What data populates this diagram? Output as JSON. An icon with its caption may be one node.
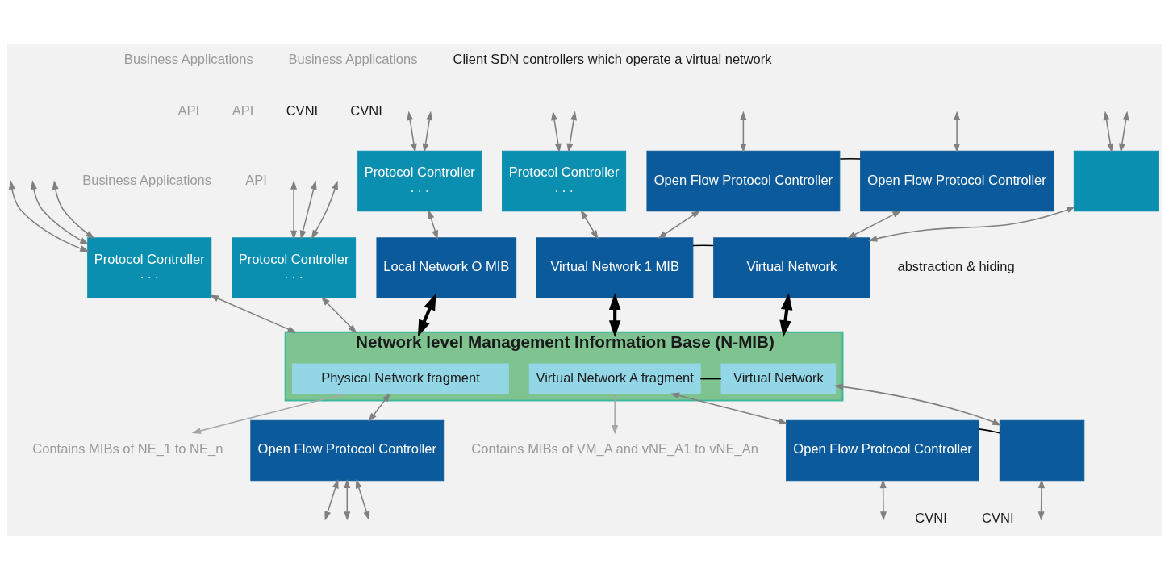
{
  "diagram": {
    "nodes": [
      {
        "text": [
          "Protocol Controller",
          ". . ."
        ]
      },
      {
        "text": [
          "Protocol Controller",
          ". . ."
        ]
      },
      {
        "text": [
          "Protocol Controller",
          ". . ."
        ]
      },
      {
        "text": [
          "Protocol Controller",
          ". . ."
        ]
      },
      {
        "text": [
          "Open Flow Protocol Controller"
        ]
      },
      {
        "text": [
          "Open Flow Protocol Controller"
        ]
      },
      {
        "text": [],
        "shape": "box"
      },
      {
        "text": [
          "Local Network O MIB"
        ]
      },
      {
        "text": [
          "Virtual Network 1 MIB"
        ]
      },
      {
        "text": [
          "Virtual Network"
        ]
      },
      {
        "text": [
          "Network level Management Information Base (N-MIB)"
        ]
      },
      {
        "text": [
          "Physical Network fragment"
        ],
        "in": 10
      },
      {
        "text": [
          "Virtual Network A fragment"
        ],
        "in": 10
      },
      {
        "text": [
          "Virtual Network"
        ],
        "in": 10
      },
      {
        "text": [
          "Open Flow Protocol Controller"
        ]
      },
      {
        "text": [
          "Open Flow Protocol Controller"
        ]
      },
      {
        "text": [],
        "shape": "box"
      },
      {
        "text": [
          "Contains MIBs of NE_1 to NE_n"
        ]
      },
      {
        "text": [
          "Contains MIBs of VM_A and vNE_A1 to vNE_An"
        ]
      }
    ],
    "edges": [
      {
        "from": null,
        "to": 0,
        "arrow": "both"
      },
      {
        "from": null,
        "to": 0,
        "arrow": "both"
      },
      {
        "from": null,
        "to": 0,
        "arrow": "both"
      },
      {
        "from": null,
        "to": 1,
        "arrow": "both"
      },
      {
        "from": null,
        "to": 1,
        "arrow": "both"
      },
      {
        "from": null,
        "to": 1,
        "arrow": "both"
      },
      {
        "from": null,
        "to": 2,
        "arrow": "both"
      },
      {
        "from": null,
        "to": 2,
        "arrow": "both"
      },
      {
        "from": null,
        "to": 3,
        "arrow": "both"
      },
      {
        "from": null,
        "to": 3,
        "arrow": "both"
      },
      {
        "from": null,
        "to": 4,
        "arrow": "both"
      },
      {
        "from": null,
        "to": 5,
        "arrow": "both"
      },
      {
        "from": null,
        "to": 6,
        "arrow": "both"
      },
      {
        "from": null,
        "to": 6,
        "arrow": "both"
      },
      {
        "from": 4,
        "to": 5,
        "arrow": "none",
        "color": "#000000"
      },
      {
        "from": 2,
        "to": 7,
        "arrow": "both"
      },
      {
        "from": 3,
        "to": 8,
        "arrow": "both"
      },
      {
        "from": 4,
        "to": 8,
        "arrow": "both"
      },
      {
        "from": 5,
        "to": 9,
        "arrow": "both"
      },
      {
        "from": 6,
        "to": 9,
        "arrow": "both"
      },
      {
        "from": 8,
        "to": 9,
        "arrow": "none",
        "color": "#000000"
      },
      {
        "from": 0,
        "to": 10,
        "arrow": "both"
      },
      {
        "from": 1,
        "to": 10,
        "arrow": "both"
      },
      {
        "from": 7,
        "to": 10,
        "arrow": "both",
        "style": "thick",
        "color": "#000000"
      },
      {
        "from": 8,
        "to": 10,
        "arrow": "both",
        "style": "thick",
        "color": "#000000"
      },
      {
        "from": 9,
        "to": 10,
        "arrow": "both",
        "style": "thick",
        "color": "#000000"
      },
      {
        "from": 12,
        "to": 13,
        "arrow": "none",
        "color": "#000000"
      },
      {
        "from": 11,
        "to": 17,
        "arrow": "to",
        "color": "#a6a6a6"
      },
      {
        "from": 11,
        "to": 14,
        "arrow": "both"
      },
      {
        "from": 12,
        "to": 18,
        "arrow": "to",
        "color": "#a6a6a6"
      },
      {
        "from": 12,
        "to": 15,
        "arrow": "both"
      },
      {
        "from": 13,
        "to": 16,
        "arrow": "both"
      },
      {
        "from": 15,
        "to": 16,
        "arrow": "none",
        "color": "#000000"
      },
      {
        "from": 14,
        "to": null,
        "arrow": "both"
      },
      {
        "from": 14,
        "to": null,
        "arrow": "both"
      },
      {
        "from": 14,
        "to": null,
        "arrow": "both"
      },
      {
        "from": 15,
        "to": null,
        "arrow": "both"
      },
      {
        "from": 16,
        "to": null,
        "arrow": "both"
      }
    ],
    "labels": [
      "Business Applications",
      "Business Applications",
      "Client SDN controllers which operate a virtual network",
      "API",
      "API",
      "CVNI",
      "CVNI",
      "Business Applications",
      "API",
      "abstraction & hiding",
      "CVNI",
      "CVNI"
    ]
  }
}
